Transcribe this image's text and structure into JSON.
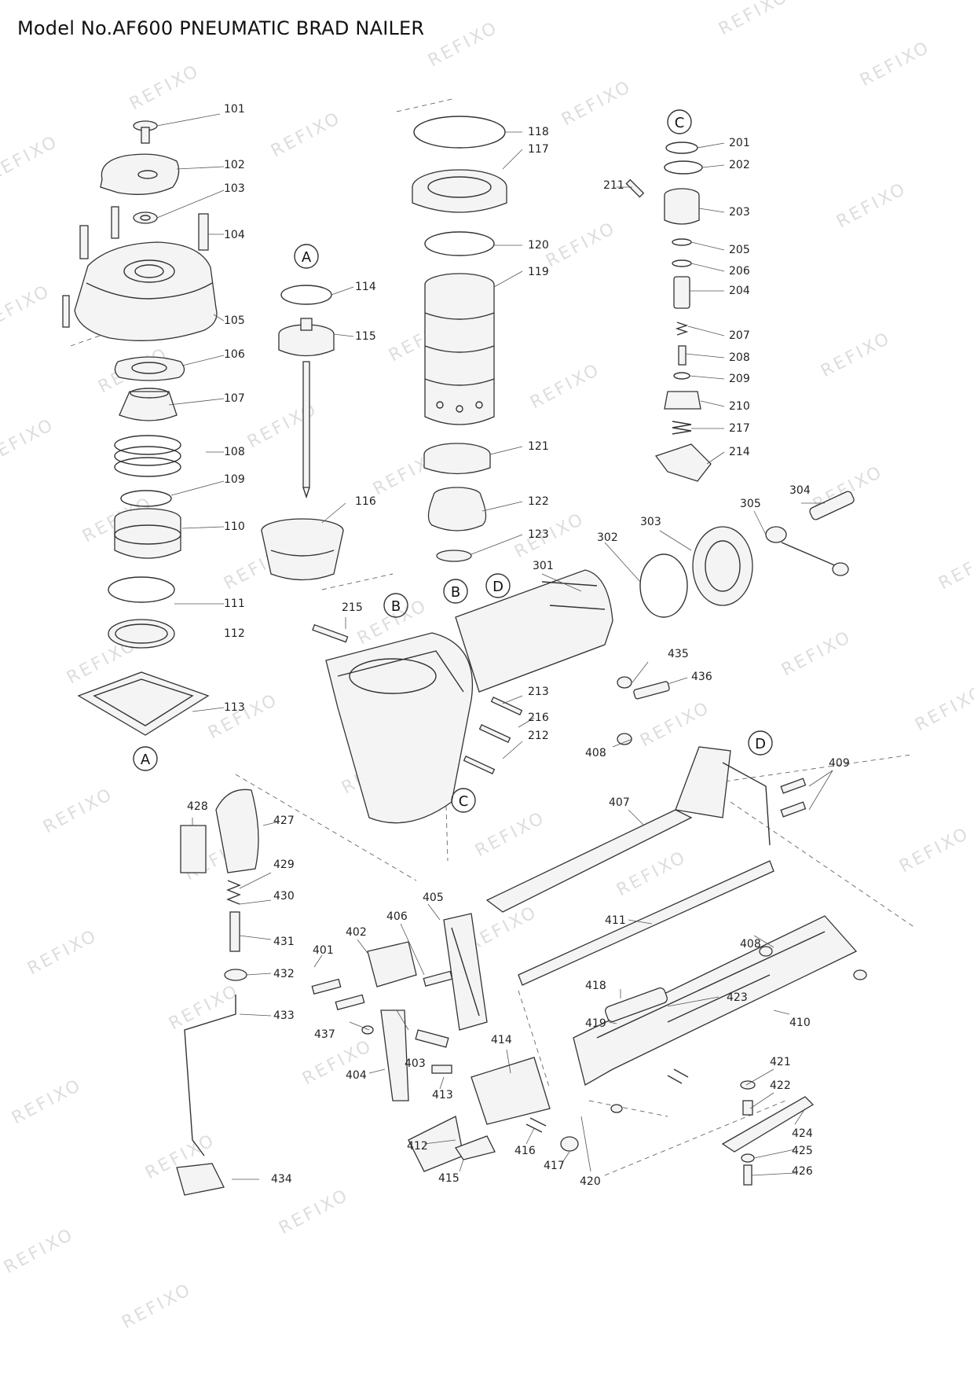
{
  "title": "Model No.AF600 PNEUMATIC BRAD NAILER",
  "watermark": "REFIXO",
  "colors": {
    "line": "#333333",
    "watermark": "#dddddd",
    "text": "#111111"
  },
  "section_labels": [
    "A",
    "A",
    "B",
    "B",
    "C",
    "C",
    "D",
    "D"
  ],
  "callouts": {
    "c101": "101",
    "c102": "102",
    "c103": "103",
    "c104": "104",
    "c105": "105",
    "c106": "106",
    "c107": "107",
    "c108": "108",
    "c109": "109",
    "c110": "110",
    "c111": "111",
    "c112": "112",
    "c113": "113",
    "c114": "114",
    "c115": "115",
    "c116": "116",
    "c117": "117",
    "c118": "118",
    "c119": "119",
    "c120": "120",
    "c121": "121",
    "c122": "122",
    "c123": "123",
    "c201": "201",
    "c202": "202",
    "c203": "203",
    "c204": "204",
    "c205": "205",
    "c206": "206",
    "c207": "207",
    "c208": "208",
    "c209": "209",
    "c210": "210",
    "c211": "211",
    "c212": "212",
    "c213": "213",
    "c214": "214",
    "c215": "215",
    "c216": "216",
    "c217": "217",
    "c301": "301",
    "c302": "302",
    "c303": "303",
    "c304": "304",
    "c305": "305",
    "c401": "401",
    "c402": "402",
    "c403": "403",
    "c404": "404",
    "c405": "405",
    "c406": "406",
    "c407": "407",
    "c408a": "408",
    "c408b": "408",
    "c409": "409",
    "c410": "410",
    "c411": "411",
    "c412": "412",
    "c413": "413",
    "c414": "414",
    "c415": "415",
    "c416": "416",
    "c417": "417",
    "c418": "418",
    "c419": "419",
    "c420": "420",
    "c421": "421",
    "c422": "422",
    "c423": "423",
    "c424": "424",
    "c425": "425",
    "c426": "426",
    "c427": "427",
    "c428": "428",
    "c429": "429",
    "c430": "430",
    "c431": "431",
    "c432": "432",
    "c433": "433",
    "c434": "434",
    "c435": "435",
    "c436": "436",
    "c437": "437"
  }
}
